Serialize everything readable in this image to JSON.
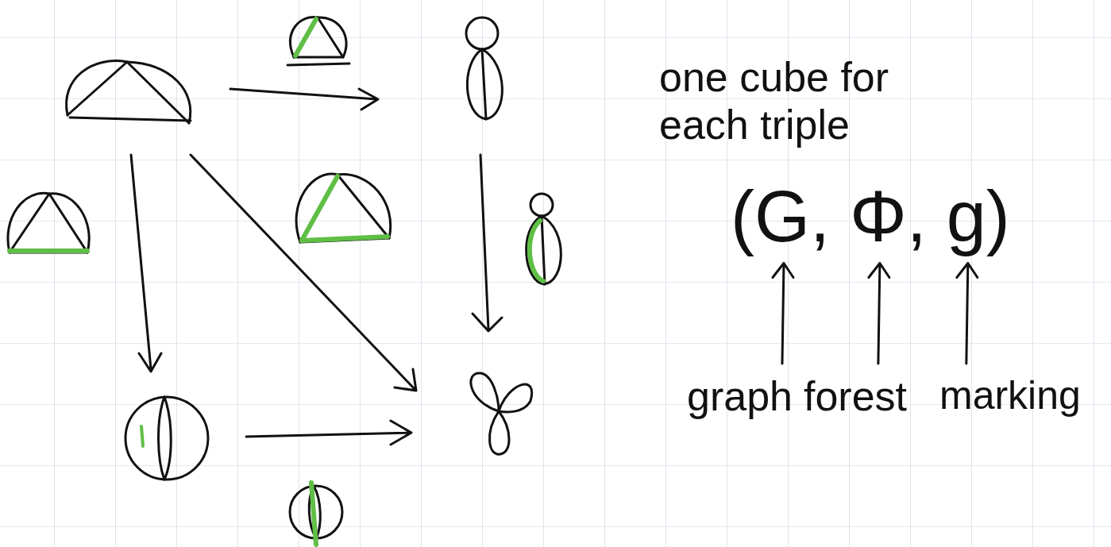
{
  "diagram": {
    "labels": [
      "one cube for each triple",
      "(G, Φ, g)",
      "graph",
      "forest",
      "marking"
    ]
  }
}
